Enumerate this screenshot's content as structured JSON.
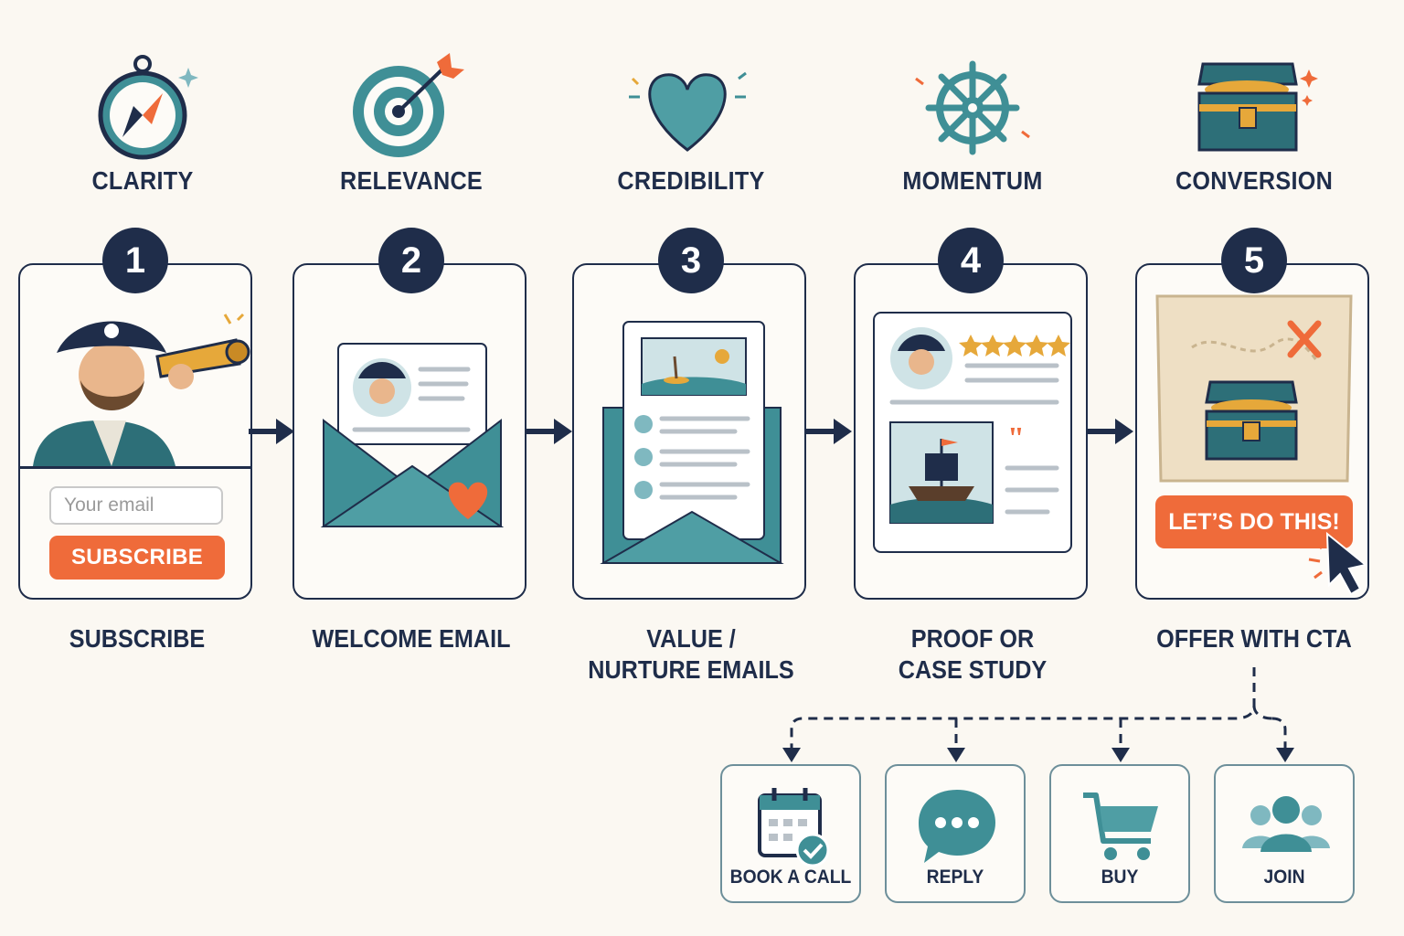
{
  "themes": [
    {
      "label": "CLARITY",
      "icon": "compass-icon"
    },
    {
      "label": "RELEVANCE",
      "icon": "target-icon"
    },
    {
      "label": "CREDIBILITY",
      "icon": "heart-icon"
    },
    {
      "label": "MOMENTUM",
      "icon": "ship-wheel-icon"
    },
    {
      "label": "CONVERSION",
      "icon": "treasure-chest-icon"
    }
  ],
  "steps": [
    {
      "number": "1",
      "label_line1": "SUBSCRIBE",
      "label_line2": ""
    },
    {
      "number": "2",
      "label_line1": "WELCOME EMAIL",
      "label_line2": ""
    },
    {
      "number": "3",
      "label_line1": "VALUE /",
      "label_line2": "NURTURE EMAILS"
    },
    {
      "number": "4",
      "label_line1": "PROOF OR",
      "label_line2": "CASE STUDY"
    },
    {
      "number": "5",
      "label_line1": "OFFER WITH CTA",
      "label_line2": ""
    }
  ],
  "subscribe_card": {
    "email_placeholder": "Your email",
    "button_label": "SUBSCRIBE"
  },
  "offer_card": {
    "cta_label": "LET’S DO THIS!"
  },
  "outcomes": [
    {
      "label": "BOOK A CALL",
      "icon": "calendar-check-icon"
    },
    {
      "label": "REPLY",
      "icon": "chat-bubble-icon"
    },
    {
      "label": "BUY",
      "icon": "shopping-cart-icon"
    },
    {
      "label": "JOIN",
      "icon": "group-icon"
    }
  ],
  "colors": {
    "navy": "#1f2d4a",
    "teal": "#3f8f96",
    "orange": "#ef6b3a",
    "gold": "#e6a83a"
  }
}
